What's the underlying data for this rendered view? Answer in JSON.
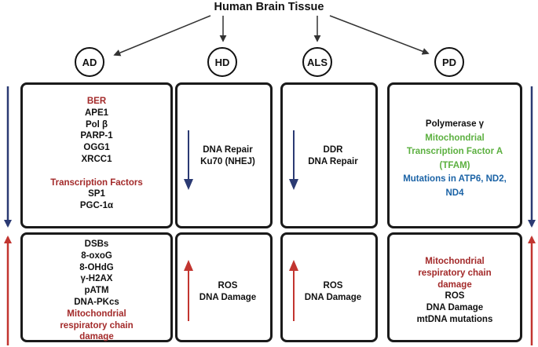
{
  "title": "Human Brain Tissue",
  "diseases": [
    {
      "id": "ad",
      "label": "AD",
      "top_box": [
        {
          "text": "BER",
          "color": "red"
        },
        {
          "text": "APE1",
          "color": "dark"
        },
        {
          "text": "Pol β",
          "color": "dark"
        },
        {
          "text": "PARP-1",
          "color": "dark"
        },
        {
          "text": "OGG1",
          "color": "dark"
        },
        {
          "text": "XRCC1",
          "color": "dark"
        },
        {
          "text": "",
          "color": "dark"
        },
        {
          "text": "Transcription Factors",
          "color": "red"
        },
        {
          "text": "SP1",
          "color": "dark"
        },
        {
          "text": "PGC-1α",
          "color": "dark"
        }
      ],
      "bottom_box": [
        {
          "text": "DSBs",
          "color": "dark"
        },
        {
          "text": "8-oxoG",
          "color": "dark"
        },
        {
          "text": "8-OHdG",
          "color": "dark"
        },
        {
          "text": "γ-H2AX",
          "color": "dark"
        },
        {
          "text": "pATM",
          "color": "dark"
        },
        {
          "text": "DNA-PKcs",
          "color": "dark"
        },
        {
          "text": "Mitochondrial",
          "color": "red"
        },
        {
          "text": "respiratory chain",
          "color": "red"
        },
        {
          "text": "damage",
          "color": "red"
        }
      ]
    },
    {
      "id": "hd",
      "label": "HD",
      "top_box": [
        {
          "text": "DNA Repair",
          "color": "dark"
        },
        {
          "text": "Ku70 (NHEJ)",
          "color": "dark"
        }
      ],
      "bottom_box": [
        {
          "text": "ROS",
          "color": "dark"
        },
        {
          "text": "DNA Damage",
          "color": "dark"
        }
      ]
    },
    {
      "id": "als",
      "label": "ALS",
      "top_box": [
        {
          "text": "DDR",
          "color": "dark"
        },
        {
          "text": "DNA Repair",
          "color": "dark"
        }
      ],
      "bottom_box": [
        {
          "text": "ROS",
          "color": "dark"
        },
        {
          "text": "DNA Damage",
          "color": "dark"
        }
      ]
    },
    {
      "id": "pd",
      "label": "PD",
      "top_box": [
        {
          "text": "Polymerase γ",
          "color": "dark"
        },
        {
          "text": "Mitochondrial",
          "color": "green"
        },
        {
          "text": "Transcription Factor A",
          "color": "green"
        },
        {
          "text": "(TFAM)",
          "color": "green"
        },
        {
          "text": "Mutations in ATP6, ND2,",
          "color": "blue"
        },
        {
          "text": "ND4",
          "color": "blue"
        }
      ],
      "bottom_box": [
        {
          "text": "Mitochondrial",
          "color": "red"
        },
        {
          "text": "respiratory chain",
          "color": "red"
        },
        {
          "text": "damage",
          "color": "red"
        },
        {
          "text": "ROS",
          "color": "dark"
        },
        {
          "text": "DNA Damage",
          "color": "dark"
        },
        {
          "text": "mtDNA mutations",
          "color": "dark"
        }
      ]
    }
  ],
  "colors": {
    "dark": "#111111",
    "red": "#a32a2a",
    "green": "#5cb040",
    "blue": "#1b63a6",
    "down_arrow": "#2b3a73",
    "up_arrow": "#c23530"
  }
}
